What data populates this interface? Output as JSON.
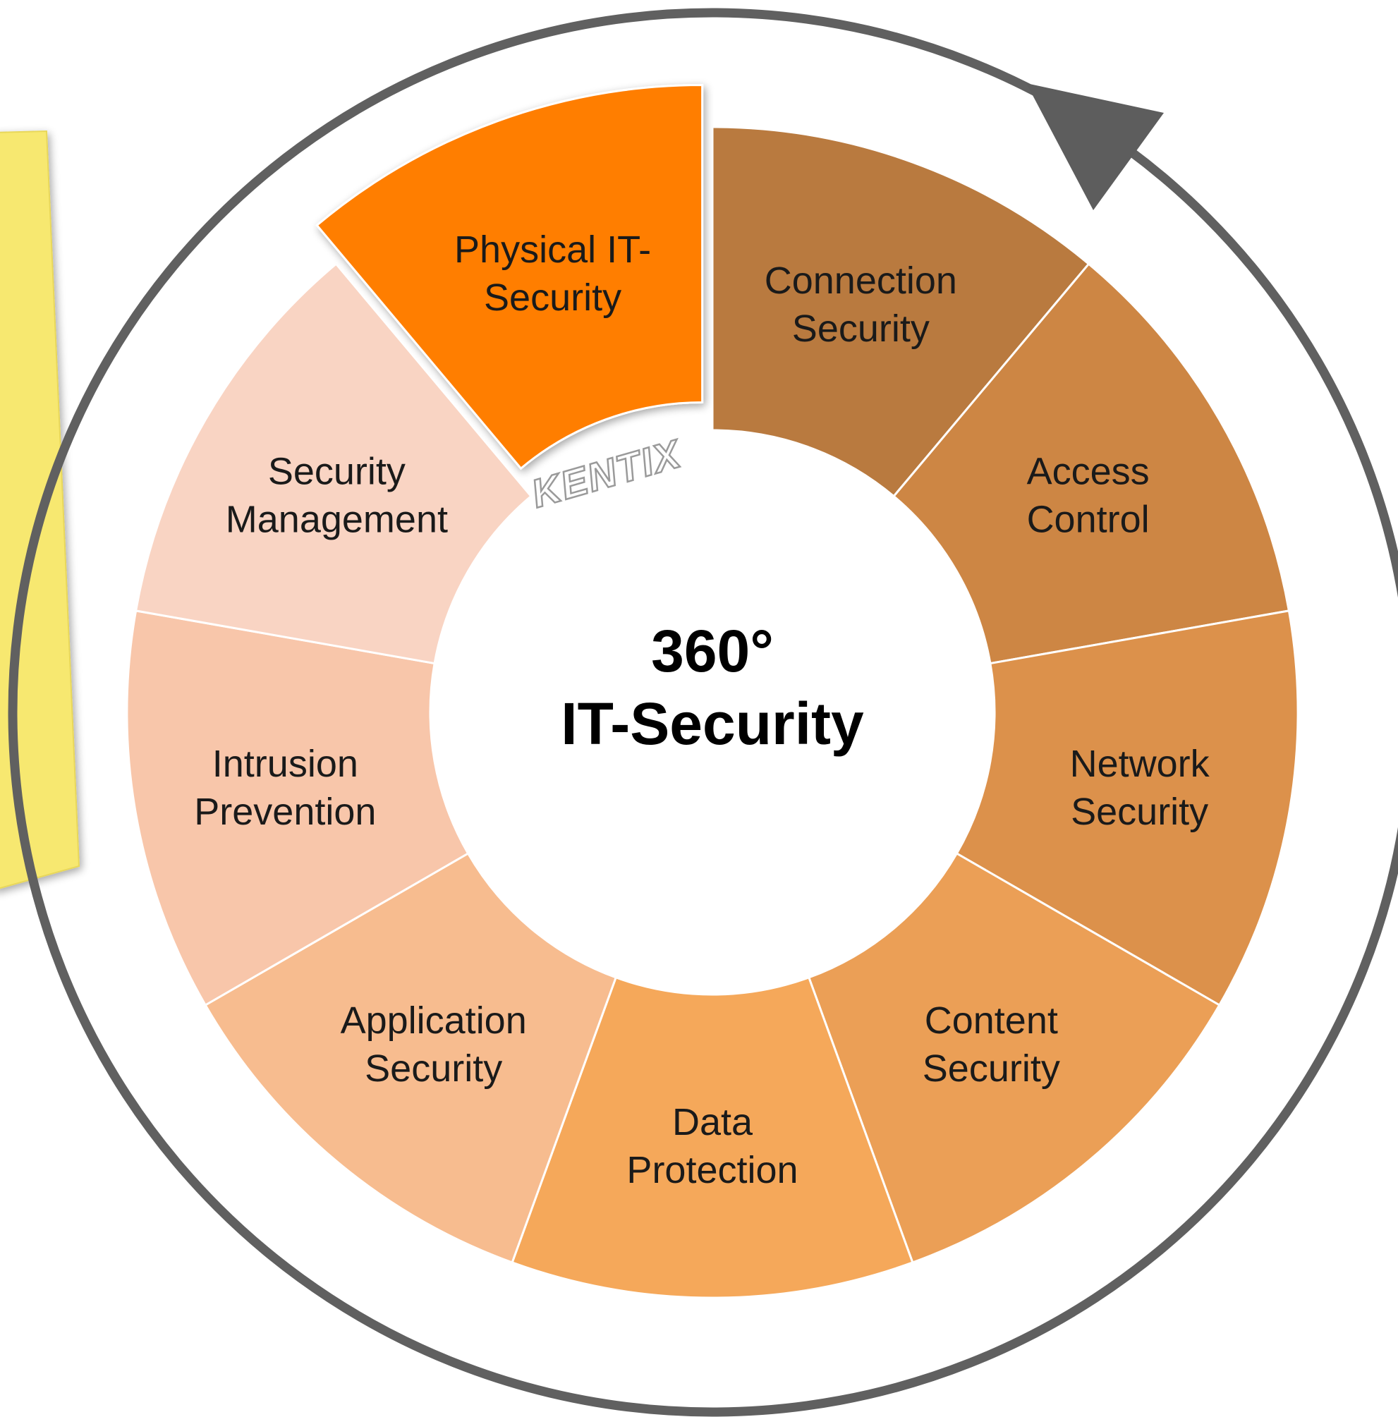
{
  "center": {
    "line1": "360°",
    "line2": "IT-Security"
  },
  "logo": {
    "text": "KENTIX"
  },
  "segments": [
    {
      "lines": [
        "Connection",
        "Security"
      ],
      "color": "#b97a3f"
    },
    {
      "lines": [
        "Access",
        "Control"
      ],
      "color": "#cd8644"
    },
    {
      "lines": [
        "Network",
        "Security"
      ],
      "color": "#dc914b"
    },
    {
      "lines": [
        "Content",
        "Security"
      ],
      "color": "#eb9f56"
    },
    {
      "lines": [
        "Data",
        "Protection"
      ],
      "color": "#f5a85a"
    },
    {
      "lines": [
        "Application",
        "Security"
      ],
      "color": "#f7bc8f"
    },
    {
      "lines": [
        "Intrusion",
        "Prevention"
      ],
      "color": "#f8c6aa"
    },
    {
      "lines": [
        "Security",
        "Management"
      ],
      "color": "#f9d4c3"
    },
    {
      "lines": [
        "Physical IT-",
        "Security"
      ],
      "color": "#ff7e05",
      "highlighted": true
    }
  ],
  "colors": {
    "cycle_ring": "#606060",
    "arrow_head": "#5d5d5d",
    "sticky_note": "#f7e86f",
    "segment_border": "#ffffff"
  },
  "icons": [
    "cycle-arrow-icon",
    "kentix-logo"
  ]
}
